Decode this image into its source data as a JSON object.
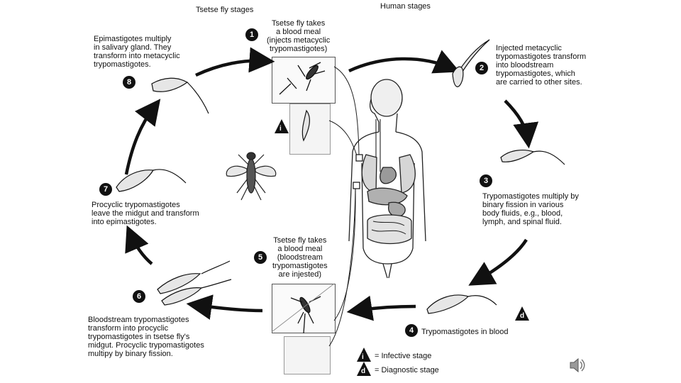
{
  "headers": {
    "fly": "Tsetse fly stages",
    "human": "Human stages"
  },
  "stages": [
    {
      "n": "1",
      "text": "Tsetse fly takes\na blood meal\n(injects metacyclic\ntrypomastigotes)"
    },
    {
      "n": "2",
      "text": "Injected metacyclic\ntrypomastigotes transform\ninto bloodstream\ntrypomastigotes, which\nare carried to other sites."
    },
    {
      "n": "3",
      "text": "Trypomastigotes multiply by\nbinary fission in various\nbody fluids, e.g., blood,\nlymph, and spinal fluid."
    },
    {
      "n": "4",
      "text": "Trypomastigotes in blood"
    },
    {
      "n": "5",
      "text": "Tsetse fly takes\na blood meal\n(bloodstream\ntrypomastigotes\nare injested)"
    },
    {
      "n": "6",
      "text": "Bloodstream trypomastigotes\ntransform into procyclic\ntrypomastigotes in tsetse fly's\nmidgut. Procyclic trypomastigotes\nmultipy by binary fission."
    },
    {
      "n": "7",
      "text": "Procyclic trypomastigotes\nleave the midgut and transform\ninto epimastigotes."
    },
    {
      "n": "8",
      "text": "Epimastigotes multiply\nin salivary gland. They\ntransform into metacyclic\ntrypomastigotes."
    }
  ],
  "legend": {
    "infective_symbol": "i",
    "infective_label": "= Infective stage",
    "diagnostic_symbol": "d",
    "diagnostic_label": "= Diagnostic stage"
  },
  "colors": {
    "ink": "#111111",
    "box_border": "#555555"
  },
  "icons": [
    "speaker-icon"
  ]
}
